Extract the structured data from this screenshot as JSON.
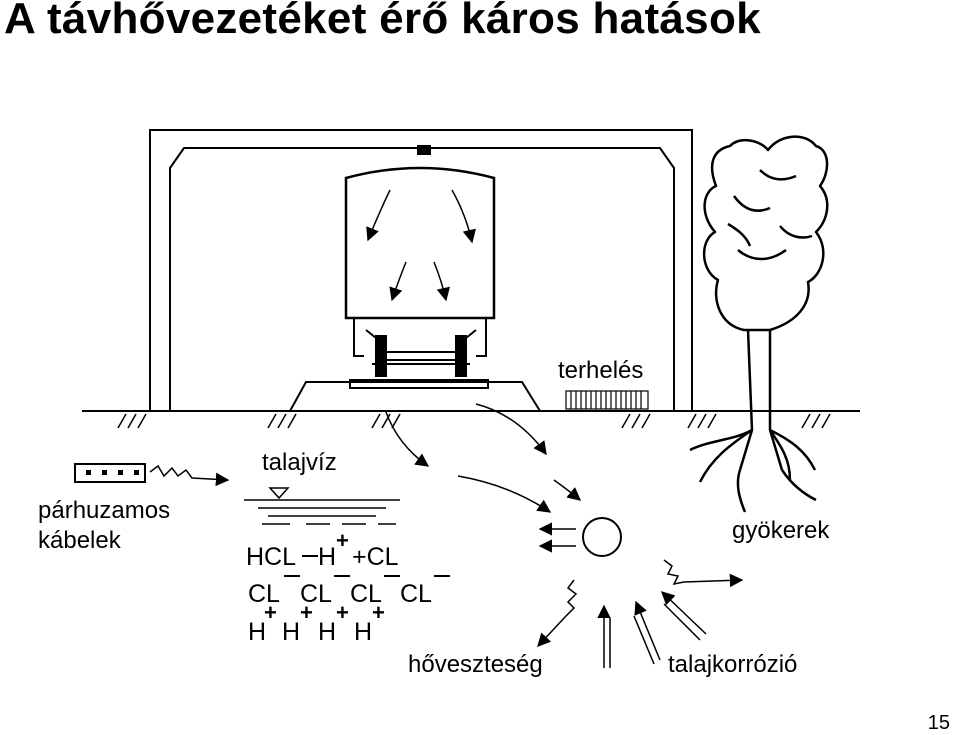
{
  "slide": {
    "title": "A távhővezetéket érő káros hatások",
    "page_number": "15"
  },
  "diagram": {
    "labels": {
      "terheles": "terhelés",
      "talajviz": "talajvíz",
      "parhuzamos": "párhuzamos",
      "kabelek": "kábelek",
      "gyokerek": "gyökerek",
      "hoveszteseg": "hőveszteség",
      "talajkorrozio": "talajkorrózió"
    },
    "chemistry": {
      "row1": "HCL→H+CL",
      "row1_a": "HCL",
      "row1_b": "H",
      "row1_c": "+CL",
      "row2_cl": "CL",
      "row3_h": "H",
      "plus": "+",
      "minus": "−"
    }
  }
}
